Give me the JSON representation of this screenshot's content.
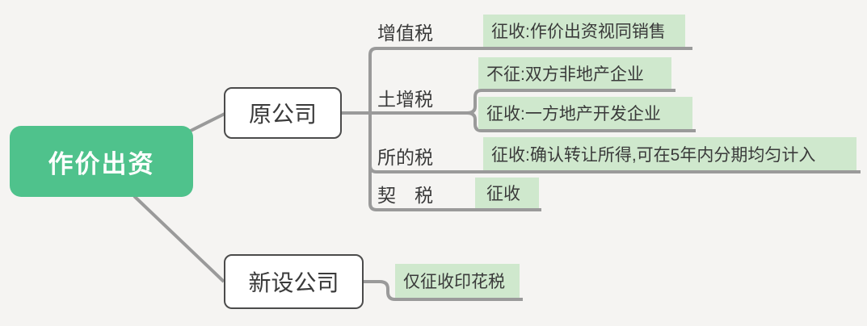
{
  "colors": {
    "background": "#f5f4f2",
    "root_fill": "#4fc28c",
    "root_text": "#ffffff",
    "node_border": "#4b4b4b",
    "note_fill": "#cfe8cd",
    "line": "#9a9a9a",
    "text": "#3a3a3a"
  },
  "mindmap": {
    "root": {
      "label": "作价出资"
    },
    "branches": [
      {
        "label": "原公司",
        "children": [
          {
            "label": "增值税",
            "notes": [
              "征收:作价出资视同销售"
            ]
          },
          {
            "label": "土增税",
            "notes": [
              "不征:双方非地产企业",
              "征收:一方地产开发企业"
            ]
          },
          {
            "label": "所的税",
            "notes": [
              "征收:确认转让所得,可在5年内分期均匀计入"
            ]
          },
          {
            "label": "契　税",
            "notes": [
              "征收"
            ]
          }
        ]
      },
      {
        "label": "新设公司",
        "notes": [
          "仅征收印花税"
        ]
      }
    ]
  }
}
